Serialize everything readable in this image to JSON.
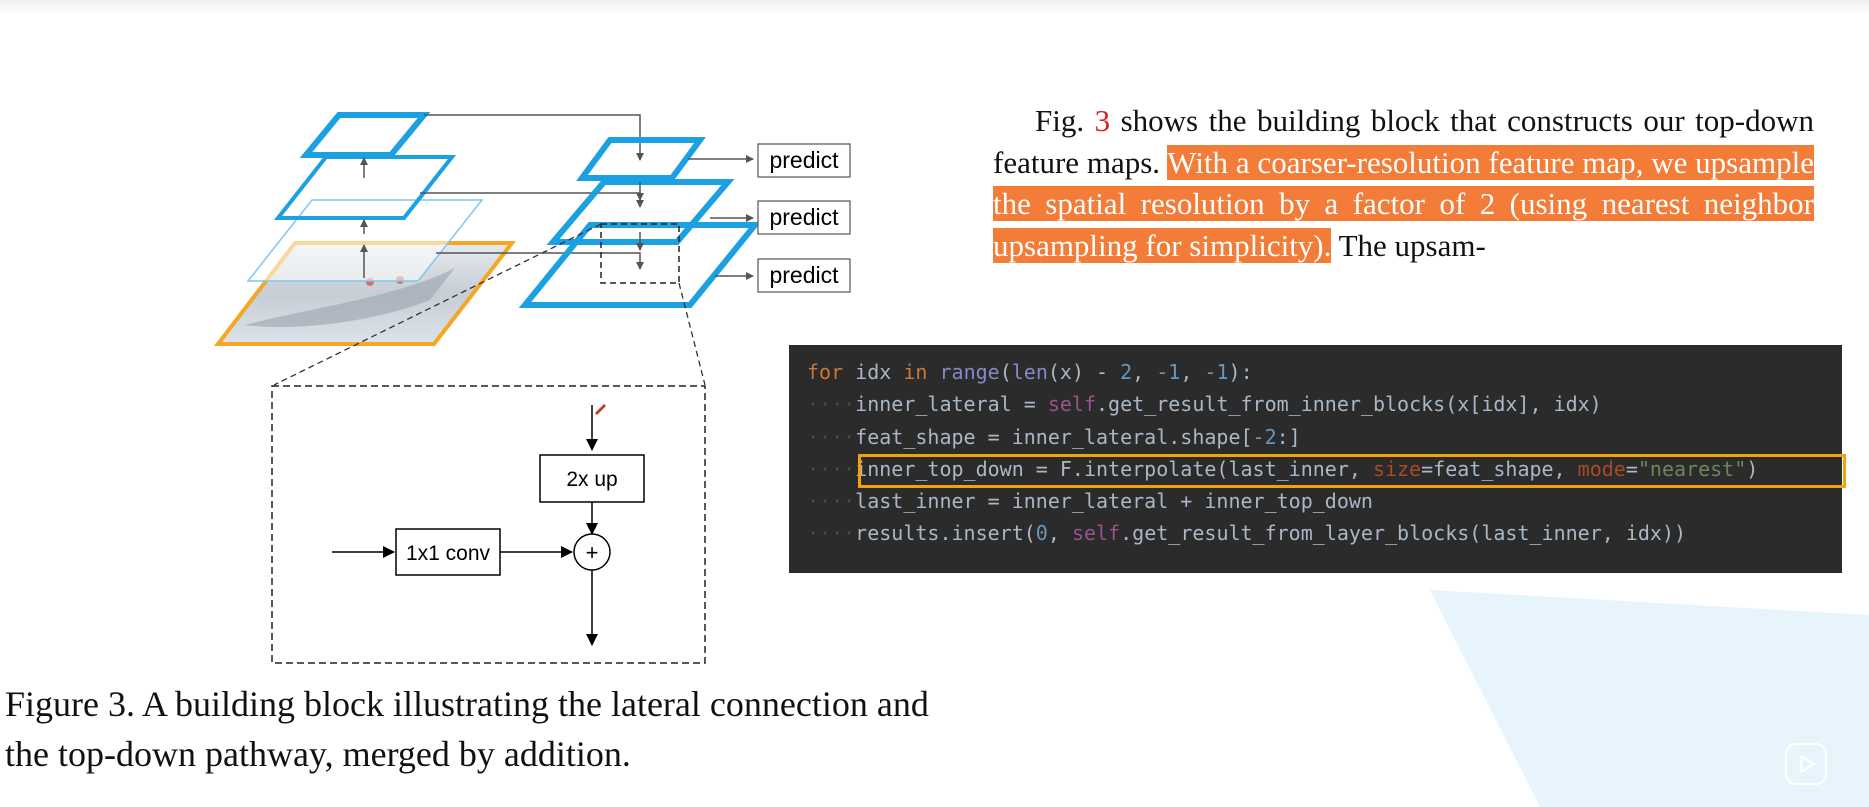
{
  "figure": {
    "predict_labels": [
      "predict",
      "predict",
      "predict"
    ],
    "up_label": "2x up",
    "conv_label": "1x1 conv",
    "plus_symbol": "+"
  },
  "body": {
    "fig_prefix": "Fig. ",
    "fig_ref": "3",
    "text_1": " shows the building block that constructs our top-down feature maps. ",
    "highlight": "With a coarser-resolution feature map, we upsample the spatial resolution by a factor of 2 (using nearest neighbor upsampling for simplicity).",
    "text_2": "  The upsam-"
  },
  "code": {
    "line1": {
      "indent": "",
      "t1": "for",
      "t2": " idx ",
      "t3": "in",
      "t4": " ",
      "t5": "range",
      "t6": "(",
      "t7": "len",
      "t8": "(x) - ",
      "t9": "2",
      "t10": ", ",
      "t11": "-1",
      "t12": ", ",
      "t13": "-1",
      "t14": "):"
    },
    "line2": {
      "indent": "····",
      "t1": "inner_lateral = ",
      "t2": "self",
      "t3": ".get_result_from_inner_blocks(x[idx], idx)"
    },
    "line3": {
      "indent": "····",
      "t1": "feat_shape = inner_lateral.shape[",
      "t2": "-2",
      "t3": ":]"
    },
    "line4": {
      "indent": "····",
      "t1": "inner_top_down = F.interpolate(last_inner, ",
      "t2": "size",
      "t3": "=feat_shape, ",
      "t4": "mode",
      "t5": "=",
      "t6": "\"nearest\"",
      "t7": ")"
    },
    "line5": {
      "indent": "····",
      "t1": "last_inner = inner_lateral + inner_top_down"
    },
    "line6": {
      "indent": "····",
      "t1": "results.insert(",
      "t2": "0",
      "t3": ", ",
      "t4": "self",
      "t5": ".get_result_from_layer_blocks(last_inner, idx))"
    }
  },
  "caption": {
    "line1": "Figure 3. A building block illustrating the lateral connection and",
    "line2": "the top-down pathway, merged by addition."
  },
  "colors": {
    "feature_map_blue": "#1ba1e2",
    "image_orange": "#f5a623",
    "highlight_orange": "#f37c38",
    "code_bg": "#2b2b2b",
    "code_box": "#f0a30a"
  },
  "icons": {
    "play": "play-icon"
  }
}
